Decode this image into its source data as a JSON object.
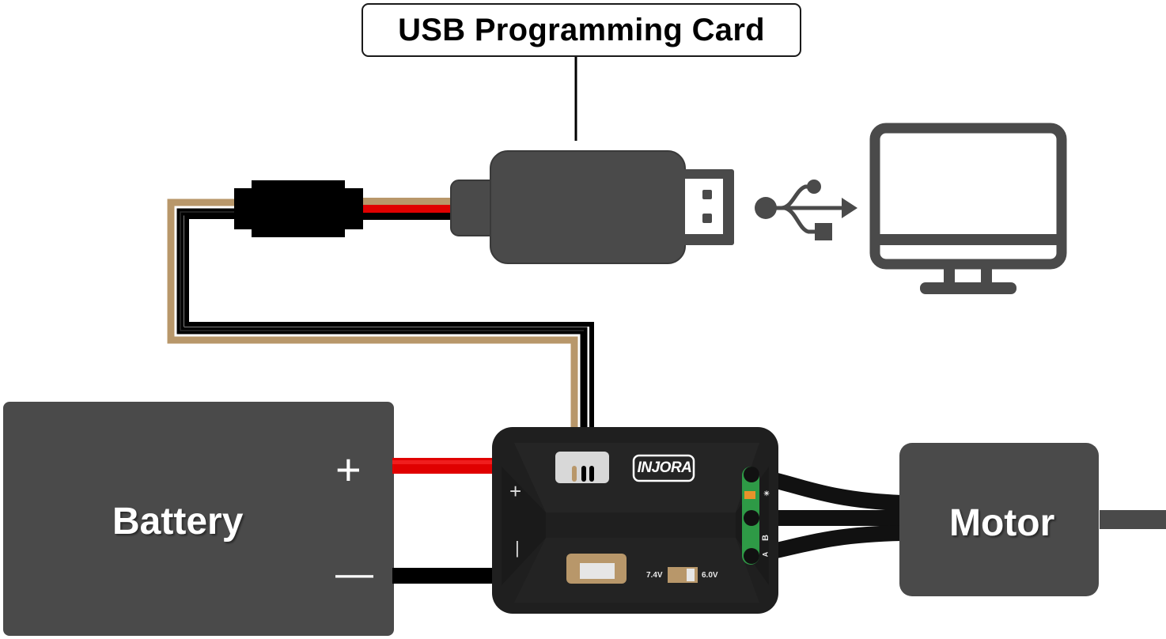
{
  "title": {
    "label": "USB Programming Card"
  },
  "components": {
    "battery": {
      "label": "Battery",
      "positive_symbol": "+",
      "negative_symbol": "—"
    },
    "motor": {
      "label": "Motor"
    },
    "esc": {
      "brand": "INJORA",
      "positive_symbol": "+",
      "negative_symbol": "|",
      "voltage_switch": {
        "left_label": "7.4V",
        "right_label": "6.0V"
      },
      "motor_port_labels": [
        "☀",
        "B",
        "A"
      ]
    },
    "usb_card": {
      "icon": "usb-stick-icon"
    },
    "usb_symbol": {
      "icon": "usb-icon"
    },
    "computer": {
      "icon": "monitor-icon"
    }
  },
  "colors": {
    "component_gray": "#4a4a4a",
    "esc_body": "#1f1f1f",
    "wire_red": "#e00000",
    "wire_black": "#000000",
    "wire_tan": "#b8976a",
    "pcb_green": "#2e9a46",
    "switch_tan": "#b8976a"
  }
}
